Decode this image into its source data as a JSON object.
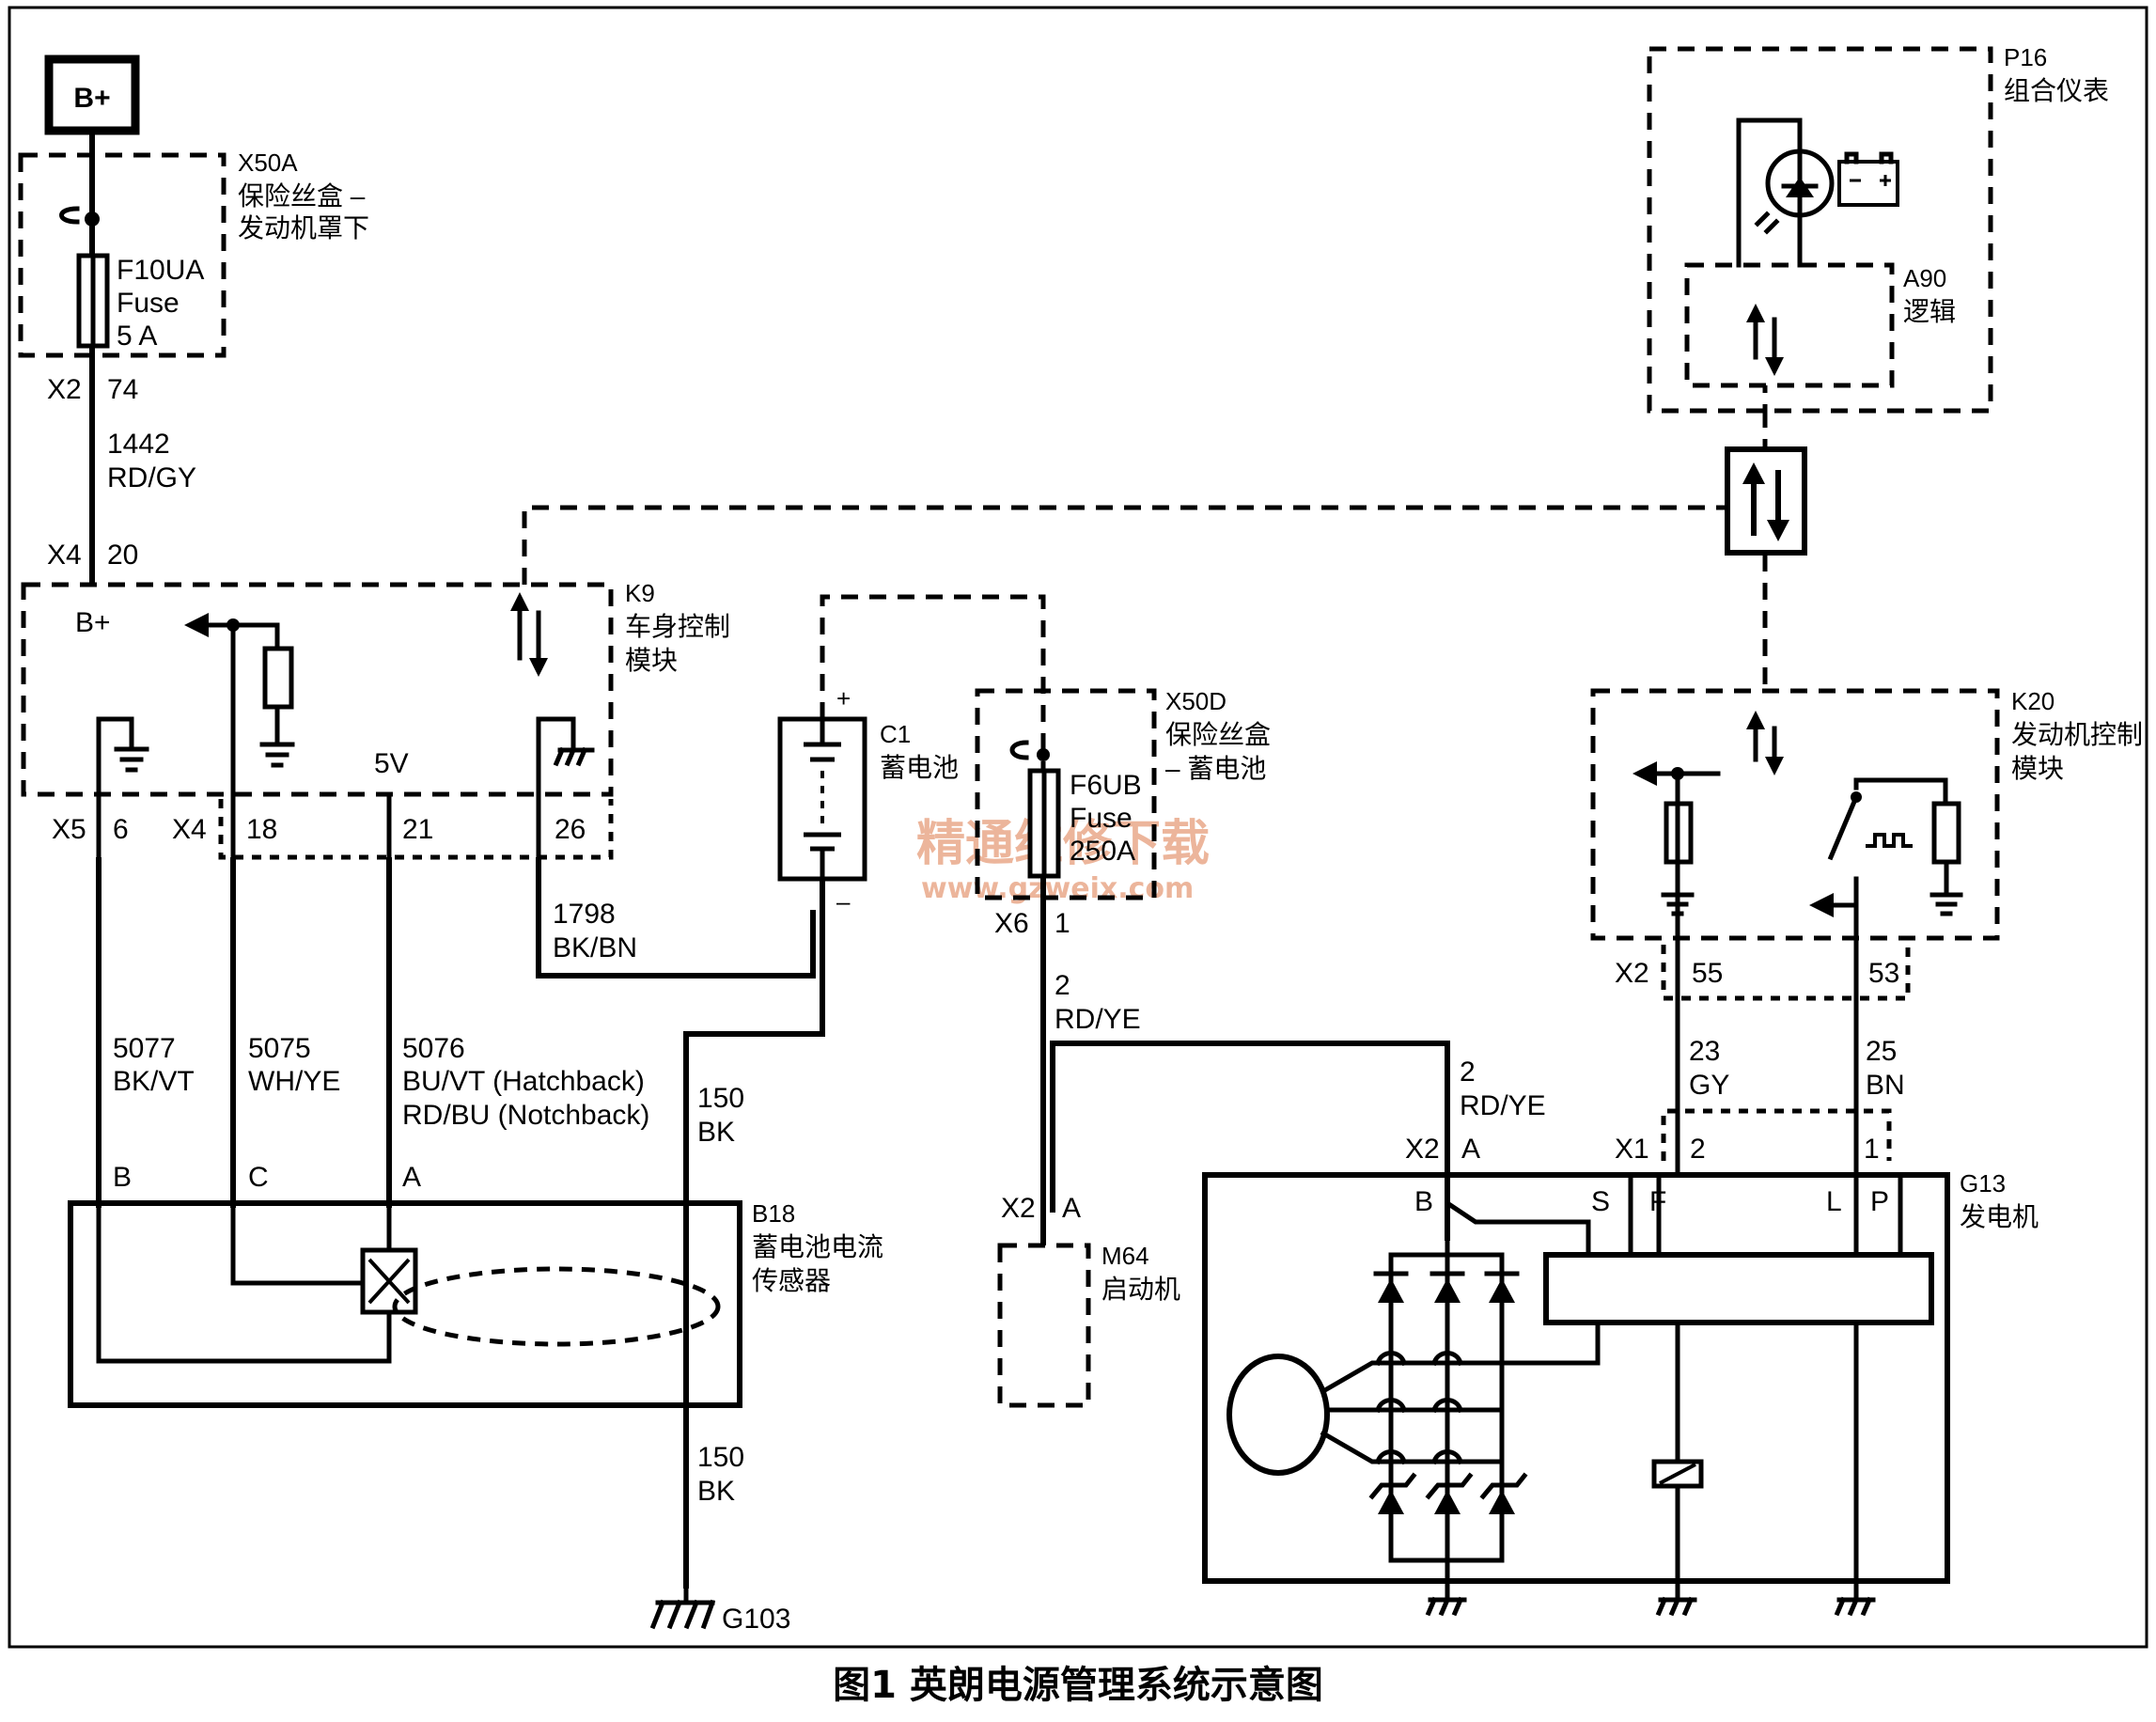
{
  "caption": "图1 英朗电源管理系统示意图",
  "watermark": {
    "cn": "精通维修下载",
    "url": "www.gzweix.com"
  },
  "colors": {
    "line": "#000000",
    "watermark": "#e9a98a",
    "background": "#ffffff"
  },
  "power": {
    "label": "B+"
  },
  "fusebox_x50a": {
    "id": "X50A",
    "name_line1": "保险丝盒 –",
    "name_line2": "发动机罩下"
  },
  "fuse_f10ua": {
    "id": "F10UA",
    "type": "Fuse",
    "rating": "5 A"
  },
  "conn_x2_74": {
    "conn": "X2",
    "pin": "74"
  },
  "wire_1442": {
    "circuit": "1442",
    "color": "RD/GY"
  },
  "conn_x4_20": {
    "conn": "X4",
    "pin": "20"
  },
  "k9": {
    "id": "K9",
    "name_line1": "车身控制",
    "name_line2": "模块",
    "bplus": "B+",
    "ref_5v": "5V"
  },
  "k9_pins": {
    "x5": "X5",
    "p6": "6",
    "x4": "X4",
    "p18": "18",
    "p21": "21",
    "p26": "26"
  },
  "wire_1798": {
    "circuit": "1798",
    "color": "BK/BN"
  },
  "battery_c1": {
    "id": "C1",
    "name": "蓄电池",
    "pos": "+",
    "neg": "–"
  },
  "fusebox_x50d": {
    "id": "X50D",
    "name_line1": "保险丝盒",
    "name_line2": "– 蓄电池"
  },
  "fuse_f6ub": {
    "id": "F6UB",
    "type": "Fuse",
    "rating": "250A"
  },
  "conn_x6_1": {
    "conn": "X6",
    "pin": "1"
  },
  "wire_2_top": {
    "circuit": "2",
    "color": "RD/YE"
  },
  "wire_2_gen": {
    "circuit": "2",
    "color": "RD/YE"
  },
  "wire_5077": {
    "circuit": "5077",
    "color": "BK/VT"
  },
  "wire_5075": {
    "circuit": "5075",
    "color": "WH/YE"
  },
  "wire_5076": {
    "circuit": "5076",
    "color_line1": "BU/VT (Hatchback)",
    "color_line2": "RD/BU (Notchback)"
  },
  "wire_150_top": {
    "circuit": "150",
    "color": "BK"
  },
  "wire_150_bottom": {
    "circuit": "150",
    "color": "BK"
  },
  "sensor_b18": {
    "id": "B18",
    "name_line1": "蓄电池电流",
    "name_line2": "传感器",
    "pin_b": "B",
    "pin_c": "C",
    "pin_a": "A"
  },
  "ground_g103": {
    "id": "G103"
  },
  "starter_m64": {
    "id": "M64",
    "name": "启动机",
    "conn": "X2",
    "pin": "A"
  },
  "p16": {
    "id": "P16",
    "name": "组合仪表"
  },
  "a90": {
    "id": "A90",
    "name": "逻辑"
  },
  "k20": {
    "id": "K20",
    "name_line1": "发动机控制",
    "name_line2": "模块"
  },
  "k20_pins": {
    "x2": "X2",
    "p55": "55",
    "p53": "53"
  },
  "wire_23": {
    "circuit": "23",
    "color": "GY"
  },
  "wire_25": {
    "circuit": "25",
    "color": "BN"
  },
  "gen_conn": {
    "x2": "X2",
    "pin_a": "A",
    "x1": "X1",
    "pin_2": "2",
    "pin_1": "1"
  },
  "generator_g13": {
    "id": "G13",
    "name": "发电机",
    "pin_b": "B",
    "pin_s": "S",
    "pin_f": "F",
    "pin_l": "L",
    "pin_p": "P"
  }
}
